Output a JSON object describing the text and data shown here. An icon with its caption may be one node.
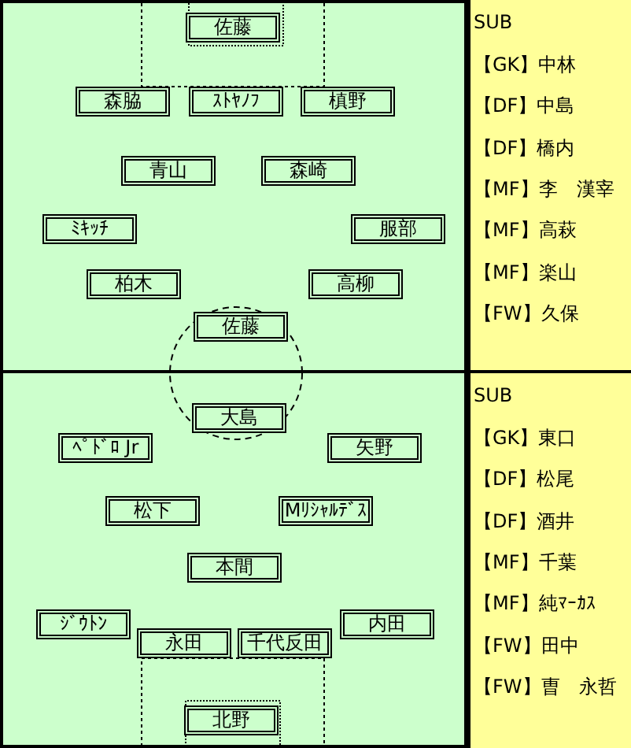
{
  "diagram": {
    "nodes": [
      {
        "text": [
          "佐藤"
        ]
      },
      {
        "text": [
          "森脇"
        ]
      },
      {
        "text": [
          "ｽﾄﾔﾉﾌ"
        ]
      },
      {
        "text": [
          "槙野"
        ]
      },
      {
        "text": [
          "青山"
        ]
      },
      {
        "text": [
          "森崎"
        ]
      },
      {
        "text": [
          "ﾐｷｯﾁ"
        ]
      },
      {
        "text": [
          "服部"
        ]
      },
      {
        "text": [
          "柏木"
        ]
      },
      {
        "text": [
          "高柳"
        ]
      },
      {
        "text": [
          "佐藤"
        ]
      },
      {
        "text": [
          "大島"
        ]
      },
      {
        "text": [
          "ﾍﾟﾄﾞﾛ Jr"
        ]
      },
      {
        "text": [
          "矢野"
        ]
      },
      {
        "text": [
          "松下"
        ]
      },
      {
        "text": [
          "Mﾘｼｬﾙﾃﾞｽ"
        ]
      },
      {
        "text": [
          "本間"
        ]
      },
      {
        "text": [
          "ｼﾞｳﾄﾝ"
        ]
      },
      {
        "text": [
          "内田"
        ]
      },
      {
        "text": [
          "永田"
        ]
      },
      {
        "text": [
          "千代反田"
        ]
      },
      {
        "text": [
          "北野"
        ]
      },
      {
        "text": [
          "SUB",
          "【GK】中林",
          "【DF】中島",
          "【DF】橋内",
          "【MF】李　漢宰",
          "【MF】高萩",
          "【MF】楽山",
          "【FW】久保"
        ]
      },
      {
        "text": [
          "SUB",
          "【GK】東口",
          "【DF】松尾",
          "【DF】酒井",
          "【MF】千葉",
          "【MF】純ﾏｰｶｽ",
          "【FW】田中",
          "【FW】曺　永哲"
        ]
      }
    ]
  }
}
